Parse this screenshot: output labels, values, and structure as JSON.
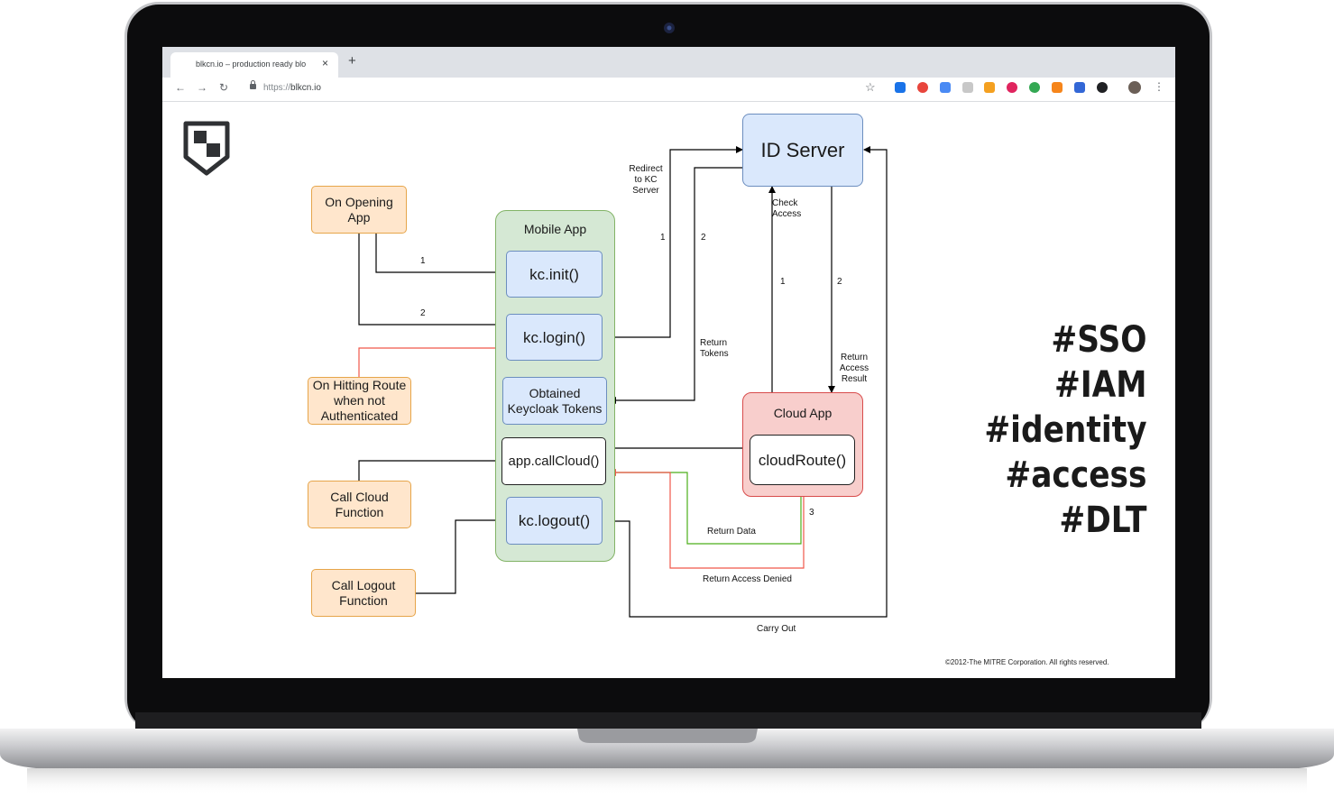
{
  "browser": {
    "tab_title": "blkcn.io – production ready blo",
    "tab_close": "×",
    "new_tab": "+",
    "url_scheme": "https://",
    "url_host": "blkcn.io",
    "extensions": [
      "#1a73e8",
      "#e8453c",
      "#4a8af4",
      "#c8c8c8",
      "#f4a020",
      "#e0245e",
      "#34a853",
      "#f6851b",
      "#3367d6",
      "#202124"
    ]
  },
  "diagram": {
    "triggers": {
      "on_opening": "On Opening\nApp",
      "on_hitting_route": "On Hitting Route\nwhen not\nAuthenticated",
      "call_cloud": "Call Cloud\nFunction",
      "call_logout": "Call Logout\nFunction"
    },
    "mobile_app": {
      "title": "Mobile App",
      "kc_init": "kc.init()",
      "kc_login": "kc.login()",
      "obtained_tokens": "Obtained\nKeycloak Tokens",
      "app_call_cloud": "app.callCloud()",
      "kc_logout": "kc.logout()"
    },
    "id_server": "ID Server",
    "cloud_app": {
      "title": "Cloud App",
      "route": "cloudRoute()"
    },
    "labels": {
      "redirect": "Redirect\nto KC\nServer",
      "check_access": "Check\nAccess",
      "return_tokens": "Return\nTokens",
      "return_access_result": "Return\nAccess\nResult",
      "return_data": "Return Data",
      "return_access_denied": "Return Access Denied",
      "carry_out": "Carry Out"
    },
    "numbers": {
      "open_1": "1",
      "open_2": "2",
      "redirect_1": "1",
      "redirect_2": "2",
      "check_1": "1",
      "check_2": "2",
      "cloud_3": "3"
    },
    "copyright": "©2012-The MITRE Corporation. All rights reserved."
  },
  "hashtags": [
    "#SSO",
    "#IAM",
    "#identity",
    "#access",
    "#DLT"
  ],
  "colors": {
    "orange_fill": "#ffe6cc",
    "blue_fill": "#dae8fc",
    "green_fill": "#d5e8d4",
    "red_fill": "#f8cecc",
    "green_edge": "#4caf1a",
    "red_edge": "#f0574a"
  }
}
